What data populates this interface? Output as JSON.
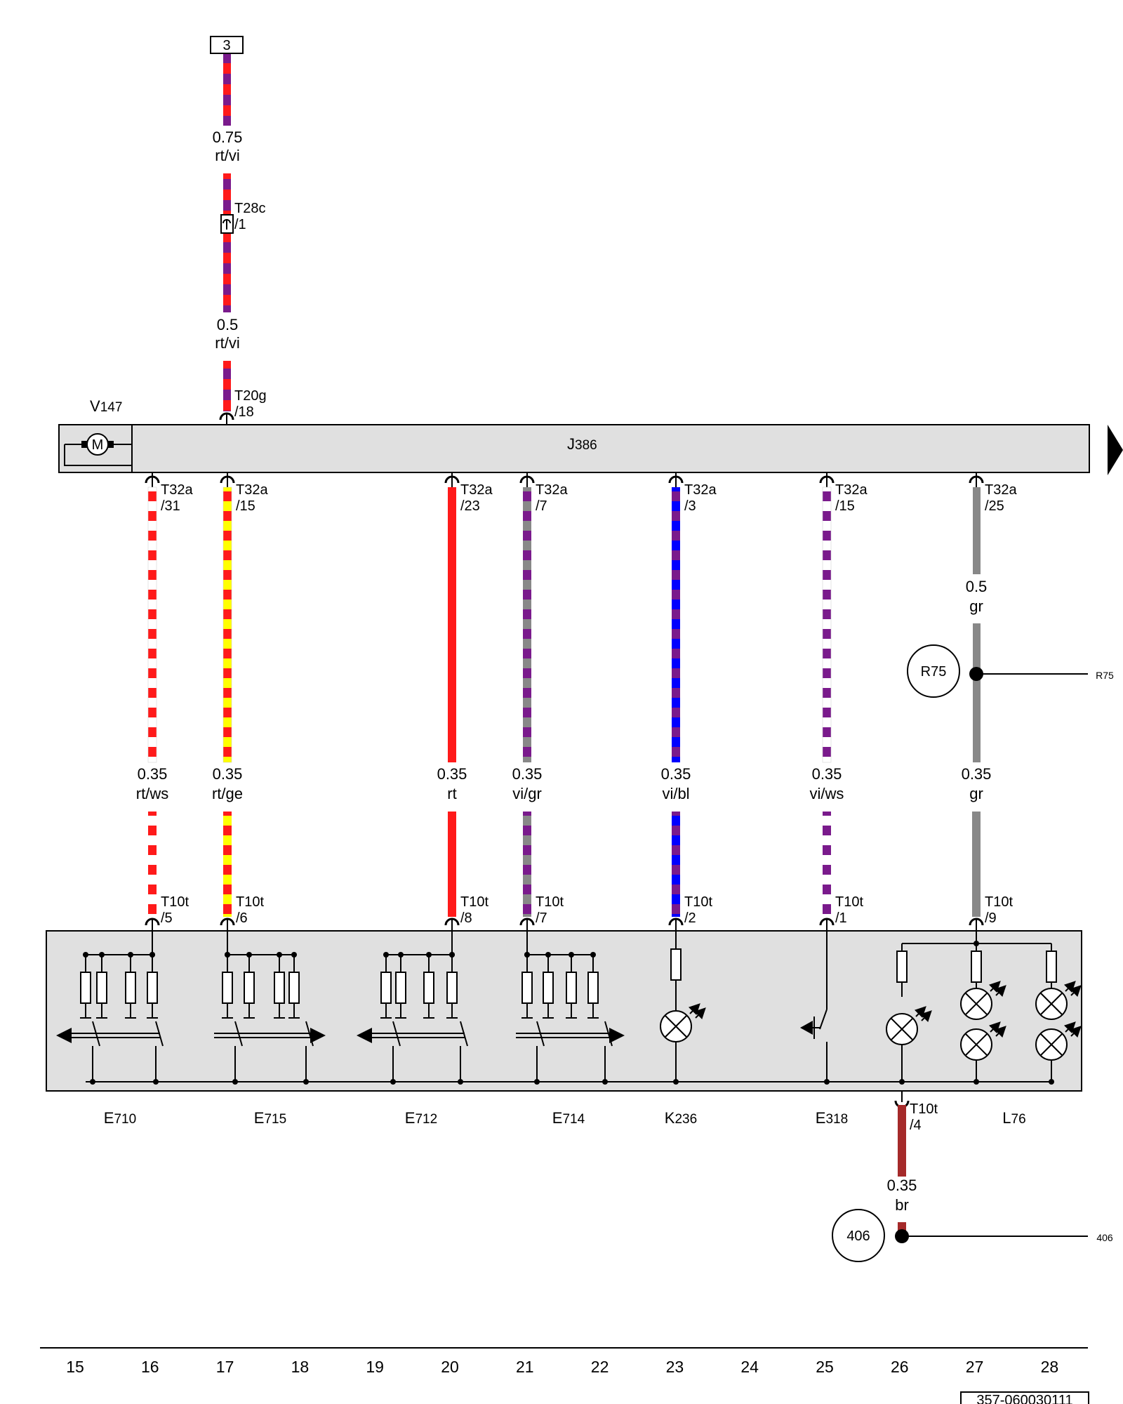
{
  "top": {
    "ref_box": "3",
    "wire1": {
      "size": "0.75",
      "color": "rt/vi"
    },
    "connector1": {
      "name": "T28c",
      "pin": "/1"
    },
    "wire2": {
      "size": "0.5",
      "color": "rt/vi"
    },
    "connector2": {
      "name": "T20g",
      "pin": "/18"
    }
  },
  "motor": {
    "label": "V",
    "sub": "147",
    "symbol": "M"
  },
  "module": {
    "label": "J",
    "sub": "386"
  },
  "colors": {
    "rt": "#ff1a1a",
    "vi": "#7a1a8c",
    "ws": "#ffffff",
    "ge": "#ffff00",
    "gr": "#888888",
    "bl": "#0000ff",
    "br": "#a52a2a",
    "panel": "#e0e0e0"
  },
  "wires": [
    {
      "top_conn": "T32a",
      "top_pin": "/31",
      "size": "0.35",
      "color": "rt/ws",
      "bot_conn": "T10t",
      "bot_pin": "/5"
    },
    {
      "top_conn": "T32a",
      "top_pin": "/15",
      "size": "0.35",
      "color": "rt/ge",
      "bot_conn": "T10t",
      "bot_pin": "/6"
    },
    {
      "top_conn": "T32a",
      "top_pin": "/23",
      "size": "0.35",
      "color": "rt",
      "bot_conn": "T10t",
      "bot_pin": "/8"
    },
    {
      "top_conn": "T32a",
      "top_pin": "/7",
      "size": "0.35",
      "color": "vi/gr",
      "bot_conn": "T10t",
      "bot_pin": "/7"
    },
    {
      "top_conn": "T32a",
      "top_pin": "/3",
      "size": "0.35",
      "color": "vi/bl",
      "bot_conn": "T10t",
      "bot_pin": "/2"
    },
    {
      "top_conn": "T32a",
      "top_pin": "/15",
      "size": "0.35",
      "color": "vi/ws",
      "bot_conn": "T10t",
      "bot_pin": "/1"
    },
    {
      "top_conn": "T32a",
      "top_pin": "/25",
      "size": "0.35",
      "color": "gr",
      "bot_conn": "T10t",
      "bot_pin": "/9"
    }
  ],
  "gr_upper": {
    "size": "0.5",
    "color": "gr"
  },
  "r75": {
    "circle": "R75",
    "ref": "R75"
  },
  "components": [
    {
      "label": "E",
      "sub": "710"
    },
    {
      "label": "E",
      "sub": "715"
    },
    {
      "label": "E",
      "sub": "712"
    },
    {
      "label": "E",
      "sub": "714"
    },
    {
      "label": "K",
      "sub": "236"
    },
    {
      "label": "E",
      "sub": "318"
    },
    {
      "label": "L",
      "sub": "76"
    }
  ],
  "ground": {
    "conn": "T10t",
    "pin": "/4",
    "size": "0.35",
    "color": "br",
    "circle": "406",
    "ref": "406"
  },
  "axis": [
    "15",
    "16",
    "17",
    "18",
    "19",
    "20",
    "21",
    "22",
    "23",
    "24",
    "25",
    "26",
    "27",
    "28"
  ],
  "doc_number": "357-060030111"
}
